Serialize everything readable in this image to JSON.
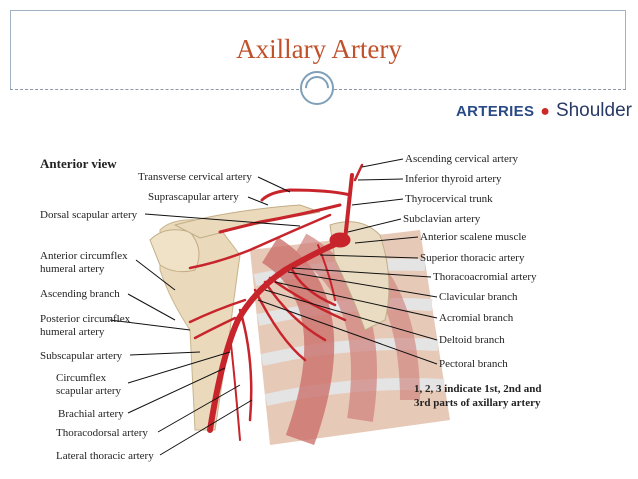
{
  "slide": {
    "title": "Axillary Artery"
  },
  "header": {
    "section": "ARTERIES",
    "subsection": "Shoulder"
  },
  "figure": {
    "view_label": "Anterior view",
    "note_lines": [
      "1, 2, 3 indicate 1st, 2nd and",
      "3rd parts of axillary artery"
    ],
    "labels_left": {
      "transverse_cervical": "Transverse cervical artery",
      "suprascapular": "Suprascapular artery",
      "dorsal_scapular": "Dorsal scapular artery",
      "ant_circ_1": "Anterior circumflex",
      "ant_circ_2": "humeral artery",
      "ascending_branch": "Ascending branch",
      "post_circ_1": "Posterior circumflex",
      "post_circ_2": "humeral artery",
      "subscapular": "Subscapular artery",
      "circ_scap_1": "Circumflex",
      "circ_scap_2": "scapular artery",
      "brachial": "Brachial artery",
      "thoracodorsal": "Thoracodorsal artery",
      "lateral_thoracic": "Lateral thoracic artery"
    },
    "labels_right": {
      "ascending_cervical": "Ascending cervical artery",
      "inferior_thyroid": "Inferior thyroid artery",
      "thyrocervical": "Thyrocervical trunk",
      "subclavian": "Subclavian artery",
      "anterior_scalene": "Anterior scalene muscle",
      "superior_thoracic": "Superior thoracic artery",
      "thoracoacromial": "Thoracoacromial artery",
      "clavicular": "Clavicular branch",
      "acromial": "Acromial branch",
      "deltoid": "Deltoid branch",
      "pectoral": "Pectoral branch"
    },
    "colors": {
      "artery": "#c8242b",
      "muscle": "#d98a86",
      "bone": "#e8dcc0",
      "leader": "#111111"
    }
  }
}
